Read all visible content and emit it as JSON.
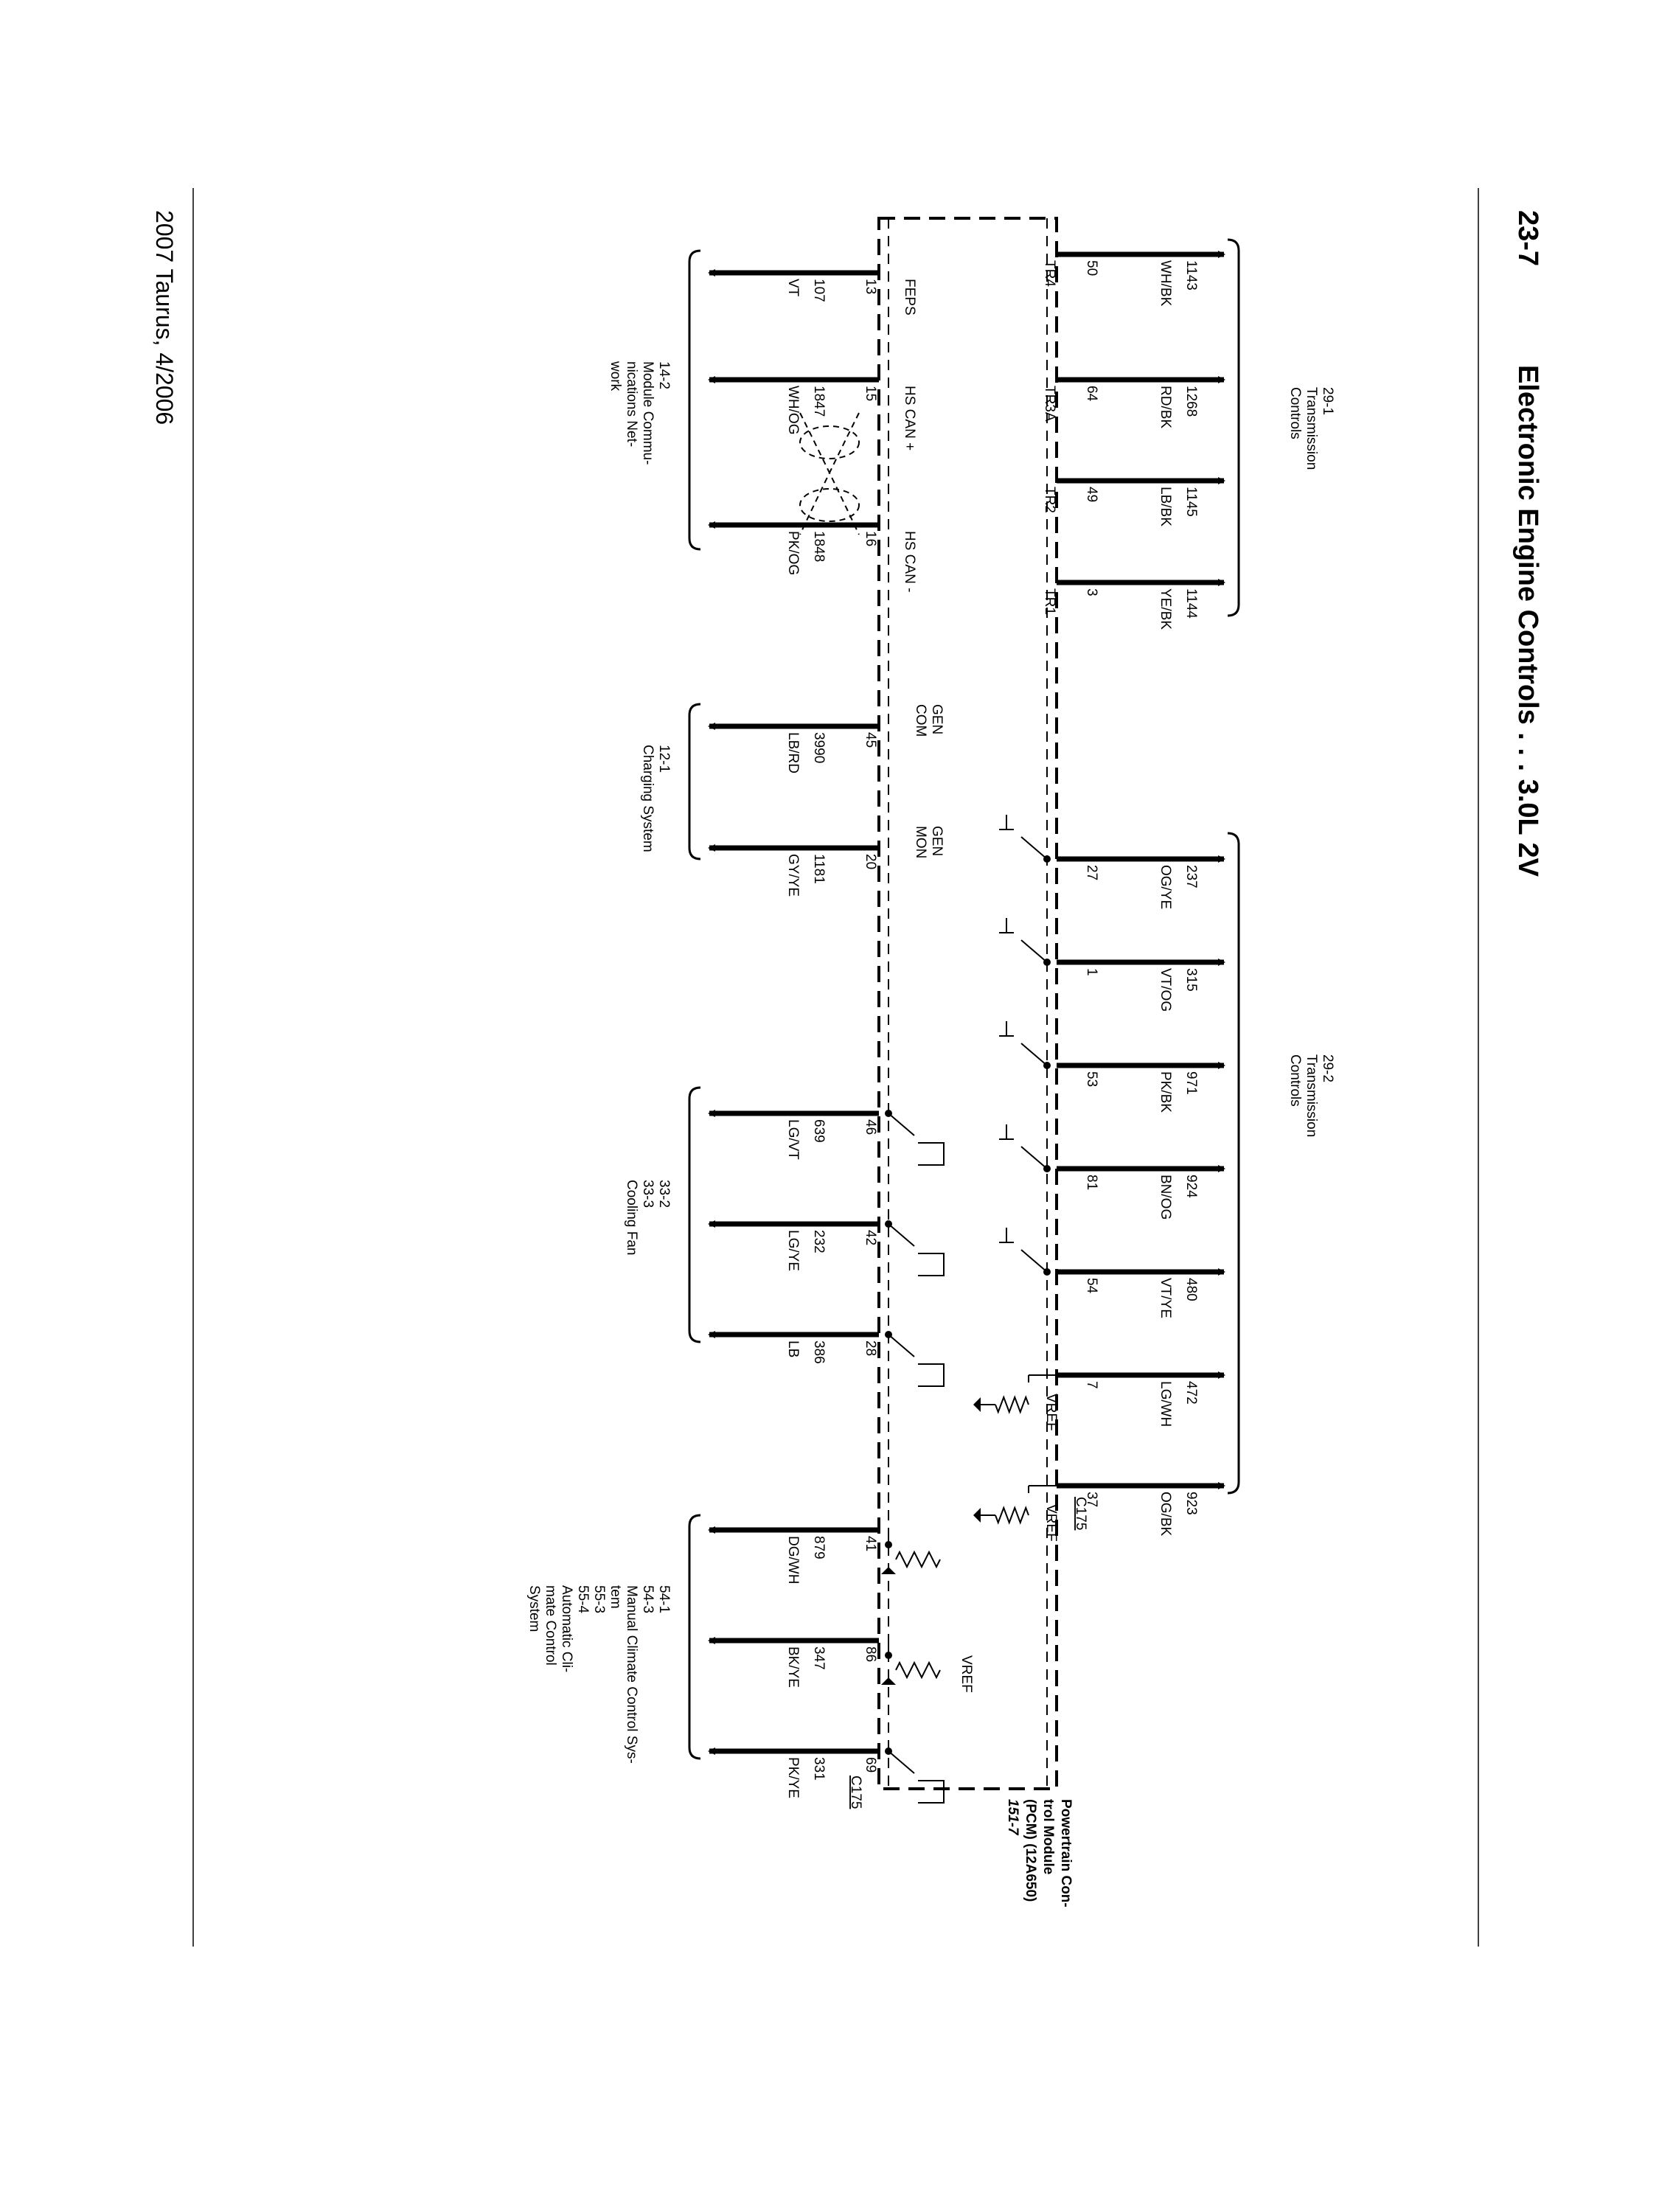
{
  "header": {
    "page_number": "23-7",
    "title": "Electronic Engine Controls . . . 3.0L 2V"
  },
  "footer": {
    "text": "2007 Taurus, 4/2006"
  },
  "module": {
    "name_lines": [
      "Powertrain Con-",
      "trol Module",
      "(PCM) (12A650)",
      "151-7"
    ]
  },
  "connector_labels": {
    "left": "C175",
    "right": "C175"
  },
  "vref_label": "VREF",
  "top_groups": [
    {
      "ref": [
        "29-1",
        "Transmission",
        "Controls"
      ]
    },
    {
      "ref": [
        "29-2",
        "Transmission",
        "Controls"
      ]
    }
  ],
  "top_wires": [
    {
      "circuit": "1143",
      "color": "WH/BK",
      "pin": "50",
      "signal": "TR4"
    },
    {
      "circuit": "1268",
      "color": "RD/BK",
      "pin": "64",
      "signal": "TR3A"
    },
    {
      "circuit": "1145",
      "color": "LB/BK",
      "pin": "49",
      "signal": "TR2"
    },
    {
      "circuit": "1144",
      "color": "YE/BK",
      "pin": "3",
      "signal": "TR1"
    },
    {
      "circuit": "237",
      "color": "OG/YE",
      "pin": "27",
      "signal": ""
    },
    {
      "circuit": "315",
      "color": "VT/OG",
      "pin": "1",
      "signal": ""
    },
    {
      "circuit": "971",
      "color": "PK/BK",
      "pin": "53",
      "signal": ""
    },
    {
      "circuit": "924",
      "color": "BN/OG",
      "pin": "81",
      "signal": ""
    },
    {
      "circuit": "480",
      "color": "VT/YE",
      "pin": "54",
      "signal": ""
    },
    {
      "circuit": "472",
      "color": "LG/WH",
      "pin": "7",
      "signal": "VREF"
    },
    {
      "circuit": "923",
      "color": "OG/BK",
      "pin": "37",
      "signal": "VREF"
    }
  ],
  "bottom_groups": [
    {
      "ref": [
        "14-2",
        "Module Commu-",
        "nications Net-",
        "work"
      ]
    },
    {
      "ref": [
        "12-1",
        "Charging System"
      ]
    },
    {
      "ref": [
        "33-2",
        "33-3",
        "Cooling Fan"
      ]
    },
    {
      "ref": [
        "54-1",
        "54-3",
        "Manual Climate Control Sys-",
        "tem",
        "55-3",
        "55-4",
        "Automatic Cli-",
        "mate Control",
        "System"
      ]
    }
  ],
  "bottom_wires": [
    {
      "circuit": "107",
      "color": "VT",
      "pin": "13",
      "signal": "FEPS"
    },
    {
      "circuit": "1847",
      "color": "WH/OG",
      "pin": "15",
      "signal": "HS CAN +"
    },
    {
      "circuit": "1848",
      "color": "PK/OG",
      "pin": "16",
      "signal": "HS CAN -"
    },
    {
      "circuit": "3990",
      "color": "LB/RD",
      "pin": "45",
      "signal": "GEN COM"
    },
    {
      "circuit": "1181",
      "color": "GY/YE",
      "pin": "20",
      "signal": "GEN MON"
    },
    {
      "circuit": "639",
      "color": "LG/VT",
      "pin": "46",
      "signal": ""
    },
    {
      "circuit": "232",
      "color": "LG/YE",
      "pin": "42",
      "signal": ""
    },
    {
      "circuit": "386",
      "color": "LB",
      "pin": "28",
      "signal": ""
    },
    {
      "circuit": "879",
      "color": "DG/WH",
      "pin": "41",
      "signal": ""
    },
    {
      "circuit": "347",
      "color": "BK/YE",
      "pin": "86",
      "signal": "VREF"
    },
    {
      "circuit": "331",
      "color": "PK/YE",
      "pin": "69",
      "signal": ""
    }
  ]
}
